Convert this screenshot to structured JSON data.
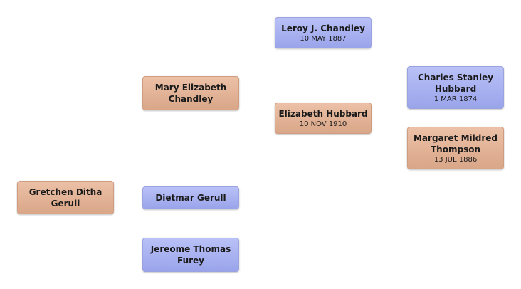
{
  "people": {
    "p1": {
      "name": "Gretchen Ditha\nGerull",
      "date": "",
      "sex": "female"
    },
    "p2": {
      "name": "Mary Elizabeth\nChandley",
      "date": "",
      "sex": "female"
    },
    "p3": {
      "name": "Dietmar  Gerull",
      "date": "",
      "sex": "male"
    },
    "p4": {
      "name": "Jereome Thomas\nFurey",
      "date": "",
      "sex": "male"
    },
    "p5": {
      "name": "Leroy J.  Chandley",
      "date": "10 MAY 1887",
      "sex": "male"
    },
    "p6": {
      "name": "Elizabeth  Hubbard",
      "date": "10 NOV 1910",
      "sex": "female"
    },
    "p7": {
      "name": "Charles Stanley\nHubbard",
      "date": "1 MAR 1874",
      "sex": "male"
    },
    "p8": {
      "name": "Margaret Mildred\nThompson",
      "date": "13 JUL 1886",
      "sex": "female"
    }
  },
  "colors": {
    "male": "#a9b2f0",
    "female": "#e2b195"
  }
}
